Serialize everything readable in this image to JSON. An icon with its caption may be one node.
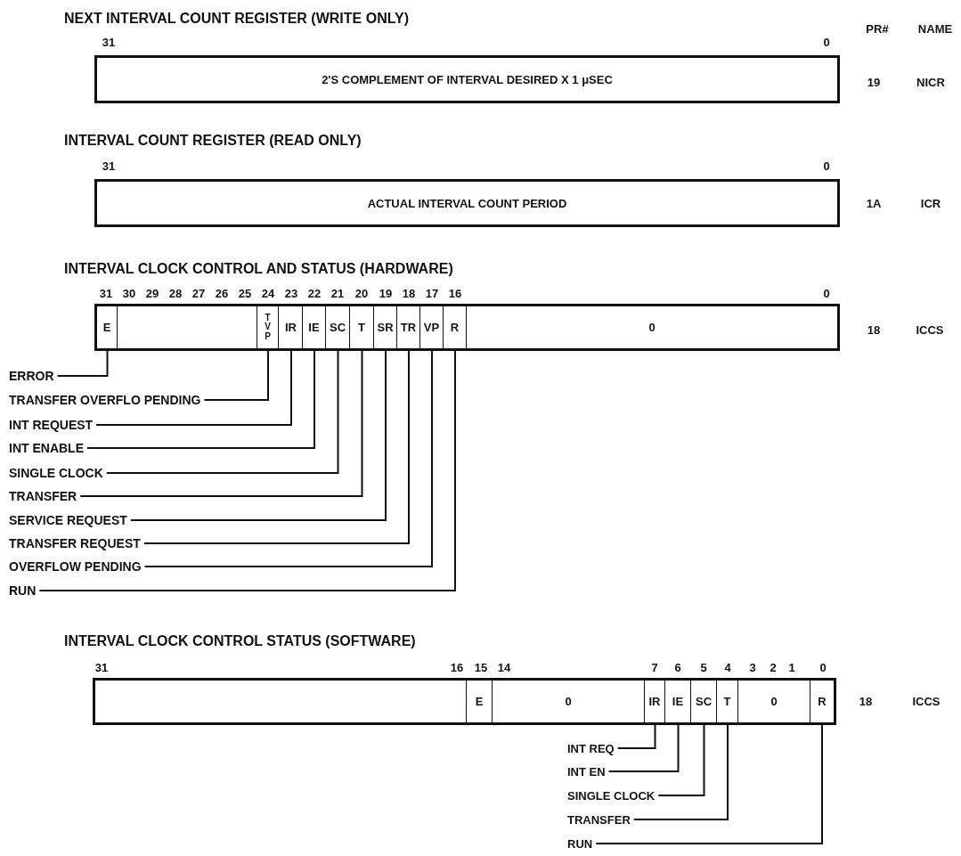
{
  "diagram": {
    "nodes": [
      {
        "text": [
          "2'S COMPLEMENT OF INTERVAL DESIRED X 1 μSEC"
        ]
      },
      {
        "text": [
          "ACTUAL INTERVAL COUNT PERIOD"
        ]
      },
      {
        "text": [],
        "shape": "bar"
      },
      {
        "text": [
          "E"
        ],
        "in": 2
      },
      {
        "text": [],
        "shape": "box",
        "in": 2
      },
      {
        "text": [
          "T V P"
        ],
        "in": 2
      },
      {
        "text": [
          "IR"
        ],
        "in": 2
      },
      {
        "text": [
          "IE"
        ],
        "in": 2
      },
      {
        "text": [
          "SC"
        ],
        "in": 2
      },
      {
        "text": [
          "T"
        ],
        "in": 2
      },
      {
        "text": [
          "SR"
        ],
        "in": 2
      },
      {
        "text": [
          "TR"
        ],
        "in": 2
      },
      {
        "text": [
          "VP"
        ],
        "in": 2
      },
      {
        "text": [
          "R"
        ],
        "in": 2
      },
      {
        "text": [
          "0"
        ],
        "in": 2
      },
      {
        "text": [
          "ERROR"
        ]
      },
      {
        "text": [
          "TRANSFER OVERFLO PENDING"
        ]
      },
      {
        "text": [
          "INT REQUEST"
        ]
      },
      {
        "text": [
          "INT ENABLE"
        ]
      },
      {
        "text": [
          "SINGLE CLOCK"
        ]
      },
      {
        "text": [
          "TRANSFER"
        ]
      },
      {
        "text": [
          "SERVICE REQUEST"
        ]
      },
      {
        "text": [
          "TRANSFER REQUEST"
        ]
      },
      {
        "text": [
          "OVERFLOW PENDING"
        ]
      },
      {
        "text": [
          "RUN"
        ]
      },
      {
        "text": [],
        "shape": "bar"
      },
      {
        "text": [],
        "shape": "box",
        "in": 25
      },
      {
        "text": [
          "E"
        ],
        "in": 25
      },
      {
        "text": [
          "0"
        ],
        "in": 25
      },
      {
        "text": [
          "IR"
        ],
        "in": 25
      },
      {
        "text": [
          "IE"
        ],
        "in": 25
      },
      {
        "text": [
          "SC"
        ],
        "in": 25
      },
      {
        "text": [
          "T"
        ],
        "in": 25
      },
      {
        "text": [
          "0"
        ],
        "in": 25
      },
      {
        "text": [
          "R"
        ],
        "in": 25
      },
      {
        "text": [
          "INT REQ"
        ]
      },
      {
        "text": [
          "INT EN"
        ]
      },
      {
        "text": [
          "SINGLE CLOCK"
        ]
      },
      {
        "text": [
          "TRANSFER"
        ]
      },
      {
        "text": [
          "RUN"
        ]
      }
    ],
    "edges": [
      {
        "from": 15,
        "to": 3,
        "arrow": "none"
      },
      {
        "from": 16,
        "to": 5,
        "arrow": "none"
      },
      {
        "from": 17,
        "to": 6,
        "arrow": "none"
      },
      {
        "from": 18,
        "to": 7,
        "arrow": "none"
      },
      {
        "from": 19,
        "to": 8,
        "arrow": "none"
      },
      {
        "from": 20,
        "to": 9,
        "arrow": "none"
      },
      {
        "from": 21,
        "to": 10,
        "arrow": "none"
      },
      {
        "from": 22,
        "to": 11,
        "arrow": "none"
      },
      {
        "from": 23,
        "to": 12,
        "arrow": "none"
      },
      {
        "from": 24,
        "to": 13,
        "arrow": "none"
      },
      {
        "from": 35,
        "to": 29,
        "arrow": "none"
      },
      {
        "from": 36,
        "to": 30,
        "arrow": "none"
      },
      {
        "from": 37,
        "to": 31,
        "arrow": "none"
      },
      {
        "from": 38,
        "to": 32,
        "arrow": "none"
      },
      {
        "from": 39,
        "to": 34,
        "arrow": "none"
      }
    ],
    "labels": [
      "NEXT INTERVAL COUNT REGISTER (WRITE ONLY)",
      "PR#",
      "NAME",
      "31",
      "0",
      "19",
      "NICR",
      "INTERVAL COUNT REGISTER (READ ONLY)",
      "31",
      "0",
      "1A",
      "ICR",
      "INTERVAL CLOCK CONTROL AND STATUS (HARDWARE)",
      "31",
      "30",
      "29",
      "28",
      "27",
      "26",
      "25",
      "24",
      "23",
      "22",
      "21",
      "20",
      "19",
      "18",
      "17",
      "16",
      "0",
      "18",
      "ICCS",
      "INTERVAL CLOCK CONTROL STATUS (SOFTWARE)",
      "31",
      "16",
      "15",
      "14",
      "7",
      "6",
      "5",
      "4",
      "3",
      "2",
      "1",
      "0",
      "18",
      "ICCS"
    ]
  }
}
